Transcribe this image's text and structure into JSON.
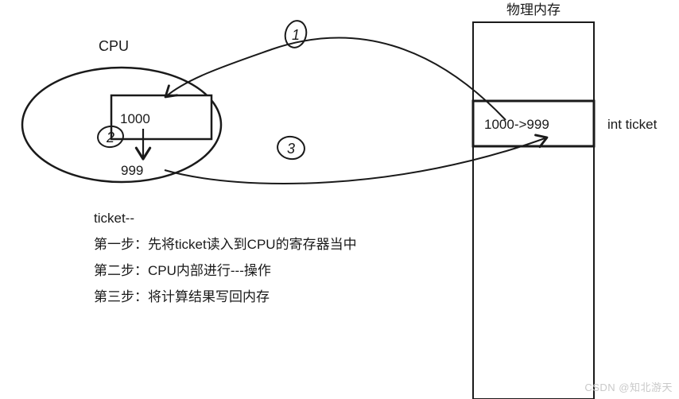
{
  "diagram": {
    "cpu_label": "CPU",
    "register_value": "1000",
    "result_value": "999",
    "marker_1": "1",
    "marker_2": "2",
    "marker_3": "3",
    "memory": {
      "title": "物理内存",
      "cell_value": "1000->999",
      "cell_type_label": "int ticket"
    }
  },
  "notes": {
    "title": "ticket--",
    "steps": [
      "第一步：先将ticket读入到CPU的寄存器当中",
      "第二步：CPU内部进行---操作",
      "第三步：将计算结果写回内存"
    ]
  },
  "watermark": "CSDN @知北游天"
}
